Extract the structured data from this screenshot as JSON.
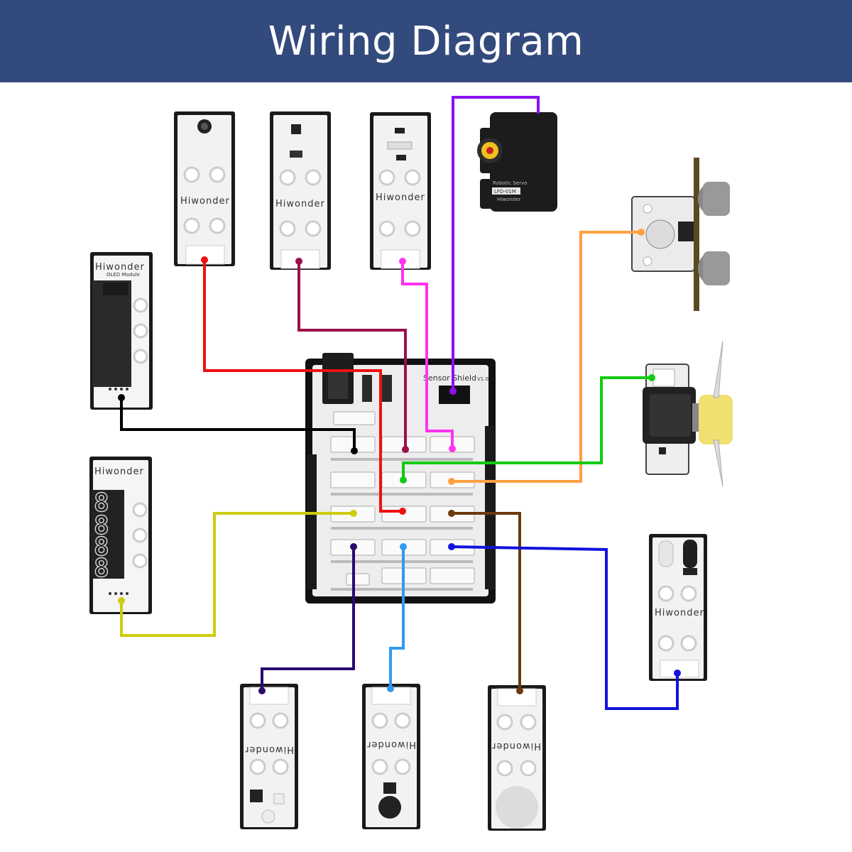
{
  "header": {
    "title": "Wiring Diagram"
  },
  "brand": "Hiwonder",
  "shield": {
    "label": "Sensor Shield",
    "version": "V1.0"
  },
  "oled": {
    "brand": "Hiwonder",
    "subtitle": "OLED Module"
  },
  "digit_display": {
    "brand": "Hiwonder",
    "digits": "8.8.8.8"
  },
  "servo": {
    "line1": "Robotic Servo",
    "line2": "LFD-01M",
    "line3": "Hiwonder"
  },
  "colors": {
    "header_bg": "#334a7c",
    "red": "#ee1111",
    "maroon": "#9b0f4a",
    "magenta": "#ff33ee",
    "purple": "#8a11ee",
    "orange": "#ffa040",
    "green": "#11cc11",
    "black": "#000000",
    "yellow": "#cccc11",
    "indigo": "#2a0a6e",
    "lightblue": "#3399ee",
    "brown": "#6b3a0d",
    "blue": "#1111dd"
  }
}
